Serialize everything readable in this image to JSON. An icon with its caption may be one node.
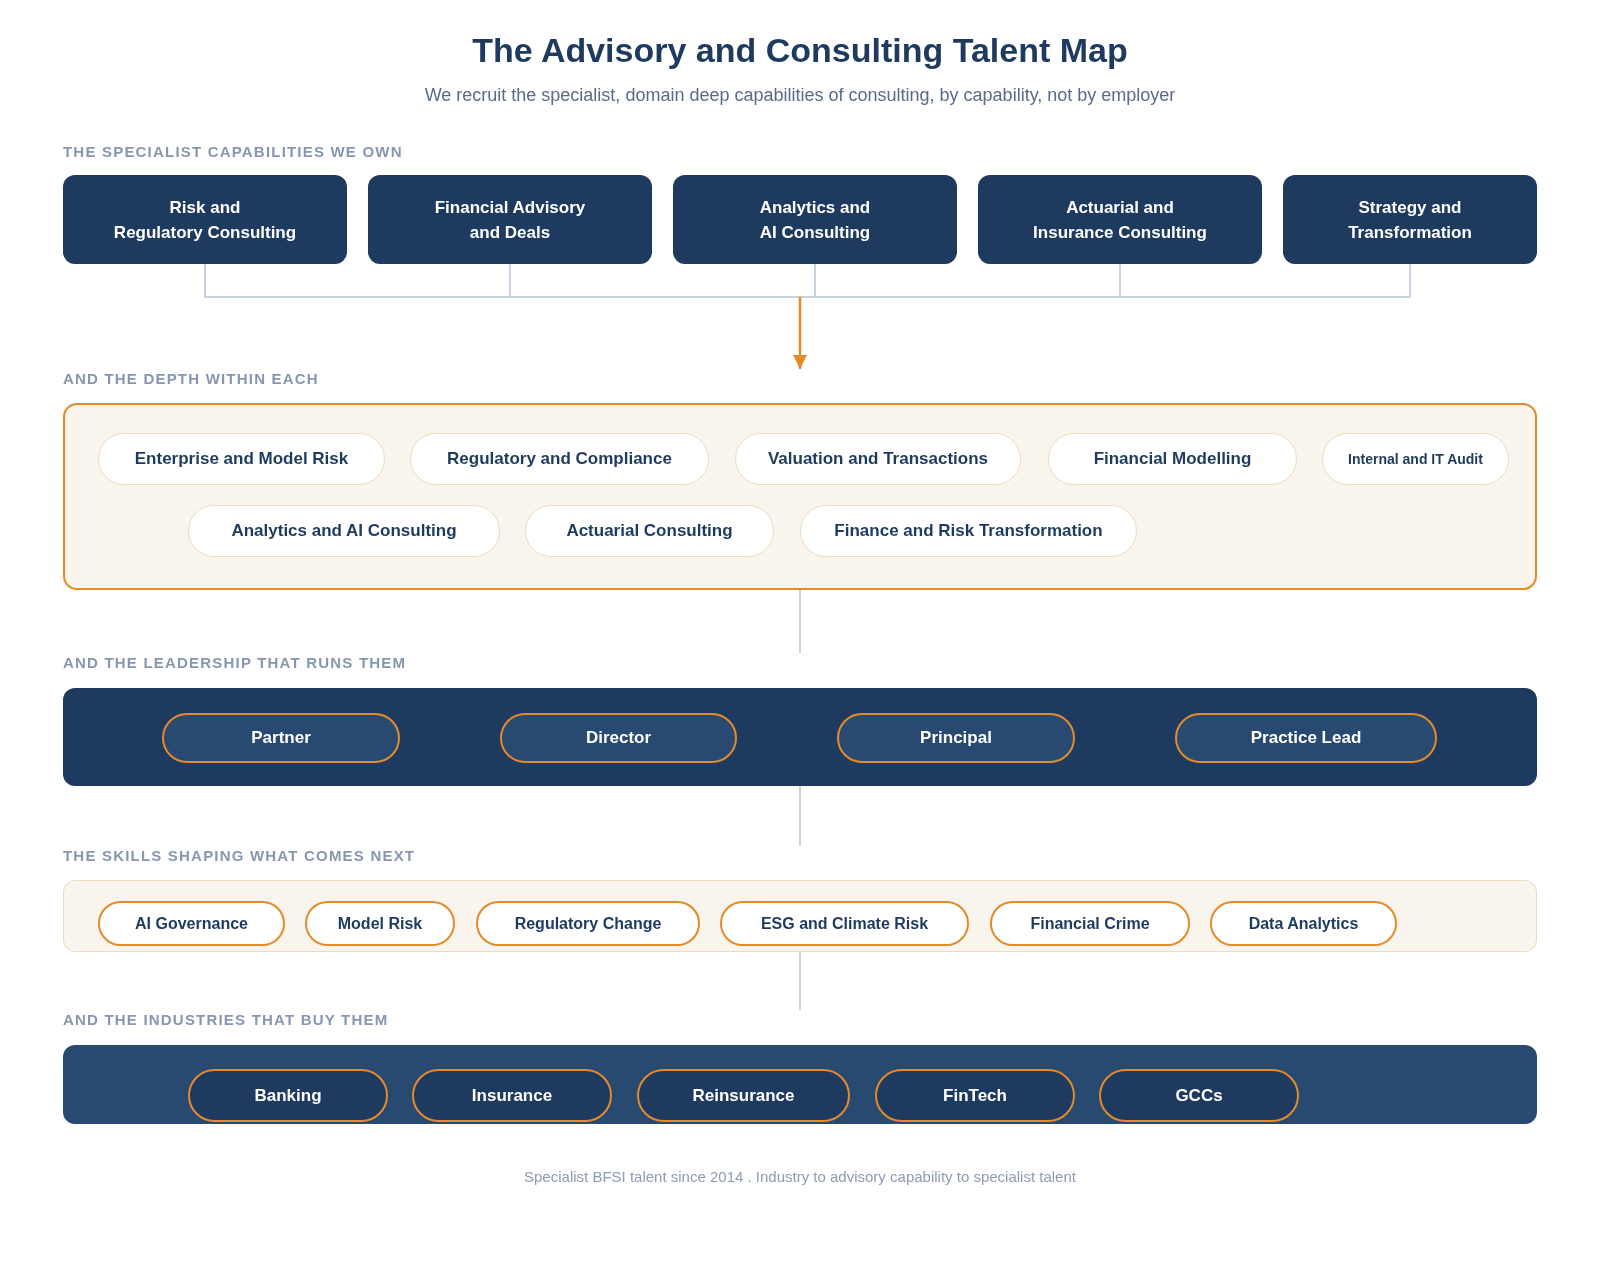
{
  "diagram": {
    "title": "The Advisory and Consulting Talent Map",
    "nodes": [
      {
        "text": [
          "Risk and Regulatory Consulting"
        ]
      },
      {
        "text": [
          "Financial Advisory and Deals"
        ]
      },
      {
        "text": [
          "Analytics and AI Consulting"
        ]
      },
      {
        "text": [
          "Actuarial and Insurance Consulting"
        ]
      },
      {
        "text": [
          "Strategy and Transformation"
        ]
      },
      {
        "text": [
          "AND THE DEPTH WITHIN EACH"
        ]
      },
      {
        "text": [
          "Enterprise and Model Risk"
        ],
        "in": 5
      },
      {
        "text": [
          "Regulatory and Compliance"
        ],
        "in": 5
      },
      {
        "text": [
          "Valuation and Transactions"
        ],
        "in": 5
      },
      {
        "text": [
          "Financial Modelling"
        ],
        "in": 5
      },
      {
        "text": [
          "Internal and IT Audit"
        ],
        "in": 5
      },
      {
        "text": [
          "Analytics and AI Consulting"
        ],
        "in": 5
      },
      {
        "text": [
          "Actuarial Consulting"
        ],
        "in": 5
      },
      {
        "text": [
          "Finance and Risk Transformation"
        ],
        "in": 5
      },
      {
        "text": [
          "AND THE LEADERSHIP THAT RUNS THEM"
        ]
      },
      {
        "text": [
          "Partner"
        ],
        "in": 14
      },
      {
        "text": [
          "Director"
        ],
        "in": 14
      },
      {
        "text": [
          "Principal"
        ],
        "in": 14
      },
      {
        "text": [
          "Practice Lead"
        ],
        "in": 14
      },
      {
        "text": [
          "THE SKILLS SHAPING WHAT COMES NEXT"
        ]
      },
      {
        "text": [
          "AI Governance"
        ],
        "in": 19
      },
      {
        "text": [
          "Model Risk"
        ],
        "in": 19
      },
      {
        "text": [
          "Regulatory Change"
        ],
        "in": 19
      },
      {
        "text": [
          "ESG and Climate Risk"
        ],
        "in": 19
      },
      {
        "text": [
          "Financial Crime"
        ],
        "in": 19
      },
      {
        "text": [
          "Data Analytics"
        ],
        "in": 19
      },
      {
        "text": [
          "AND THE INDUSTRIES THAT BUY THEM"
        ]
      },
      {
        "text": [
          "Banking"
        ],
        "in": 26
      },
      {
        "text": [
          "Insurance"
        ],
        "in": 26
      },
      {
        "text": [
          "Reinsurance"
        ],
        "in": 26
      },
      {
        "text": [
          "FinTech"
        ],
        "in": 26
      },
      {
        "text": [
          "GCCs"
        ],
        "in": 26
      }
    ],
    "edges": [
      {
        "from": 0,
        "to": 5,
        "arrow": "to"
      },
      {
        "from": 1,
        "to": 5,
        "arrow": "to"
      },
      {
        "from": 2,
        "to": 5,
        "arrow": "to",
        "color": "#e38a2b"
      },
      {
        "from": 3,
        "to": 5,
        "arrow": "to"
      },
      {
        "from": 4,
        "to": 5,
        "arrow": "to"
      },
      {
        "from": 5,
        "to": 14,
        "arrow": "none"
      },
      {
        "from": 14,
        "to": 19,
        "arrow": "none"
      },
      {
        "from": 19,
        "to": 26,
        "arrow": "none"
      }
    ],
    "labels": [
      "We recruit the specialist, domain deep capabilities of consulting, by capability, not by employer",
      "THE SPECIALIST CAPABILITIES WE OWN",
      "Specialist BFSI talent since 2014 . Industry to advisory capability to specialist talent"
    ]
  }
}
